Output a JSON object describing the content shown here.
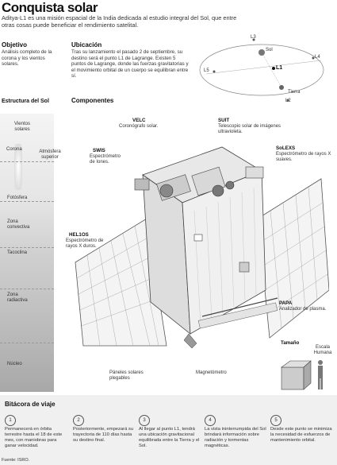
{
  "title": "Conquista solar",
  "subtitle": "Aditya-L1 es una misión espacial de la India dedicada al estudio integral del Sol, que entre otras cosas puede beneficiar el rendimiento satelital.",
  "objetivo": {
    "heading": "Objetivo",
    "text": "Análisis completo de la corona y los vientos solares."
  },
  "ubicacion": {
    "heading": "Ubicación",
    "text": "Tras su lanzamiento el pasado 2 de septiembre, su destino será el punto L1 de Lagrange. Existen 5 puntos de Lagrange, donde las fuerzas gravitatorias y el movimiento orbital de un cuerpo se equilibran entre sí."
  },
  "orbit": {
    "sol": "Sol",
    "tierra": "Tierra",
    "points": [
      "L1",
      "L2",
      "L3",
      "L4",
      "L5"
    ]
  },
  "estructura": {
    "heading": "Estructura del Sol",
    "layers": [
      "Vientos solares",
      "Atmósfera superior",
      "Corona",
      "Fotósfera",
      "Zona convectiva",
      "Tacoclina",
      "Zona radiactiva",
      "Núcleo"
    ]
  },
  "componentes": {
    "heading": "Componentes",
    "velc": {
      "name": "VELC",
      "desc": "Coronógrafo solar."
    },
    "suit": {
      "name": "SUIT",
      "desc": "Telescopio solar de imágenes ultravioleta."
    },
    "swis": {
      "name": "SWIS",
      "desc": "Espectrómetro de Iones."
    },
    "solexs": {
      "name": "SoLEXS",
      "desc": "Espectrómetro de rayos X suaves."
    },
    "hel1os": {
      "name": "HEL1OS",
      "desc": "Espectrómetro de rayos X duros."
    },
    "papa": {
      "name": "PAPA",
      "desc": "Analizador de plasma."
    },
    "paneles": "Páneles solares plegables",
    "magnetometro": "Magnetómetro"
  },
  "tamano": {
    "heading": "Tamaño",
    "escala": "Escala Humana"
  },
  "bitacora": {
    "heading": "Bitácora de viaje",
    "steps": [
      {
        "num": "1",
        "text": "Permanecerá en órbita terrestre hasta el 18 de este mes, con maniobras para ganar velocidad."
      },
      {
        "num": "2",
        "text": "Posteriormente, empezará su trayectoria de 110 días hasta su destino final."
      },
      {
        "num": "3",
        "text": "Al llegar al punto L1, tendrá una ubicación gravitacional equilibrada entre la Tierra y el Sol."
      },
      {
        "num": "4",
        "text": "La vista ininterrumpida del Sol brindará información sobre radiación y tormentas magnéticas."
      },
      {
        "num": "5",
        "text": "Desde este punto se minimiza la necesidad de esfuerzos de mantenimiento orbital."
      }
    ]
  },
  "fuente": "Fuente: ISRO."
}
